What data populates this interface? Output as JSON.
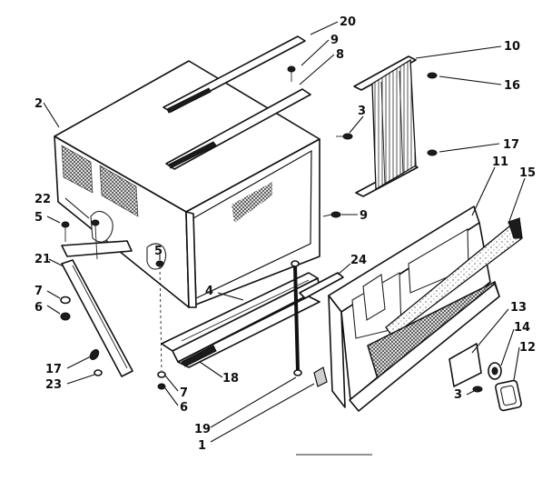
{
  "diagram": {
    "callouts": {
      "c20": "20",
      "c9a": "9",
      "c8": "8",
      "c10": "10",
      "c16": "16",
      "c2": "2",
      "c3a": "3",
      "c17a": "17",
      "c11": "11",
      "c15": "15",
      "c9b": "9",
      "c22": "22",
      "c5a": "5",
      "c24": "24",
      "c21": "21",
      "c5b": "5",
      "c4": "4",
      "c7a": "7",
      "c6a": "6",
      "c13": "13",
      "c14": "14",
      "c12": "12",
      "c17b": "17",
      "c23": "23",
      "c18": "18",
      "c7b": "7",
      "c3b": "3",
      "c6b": "6",
      "c19": "19",
      "c1": "1"
    }
  }
}
